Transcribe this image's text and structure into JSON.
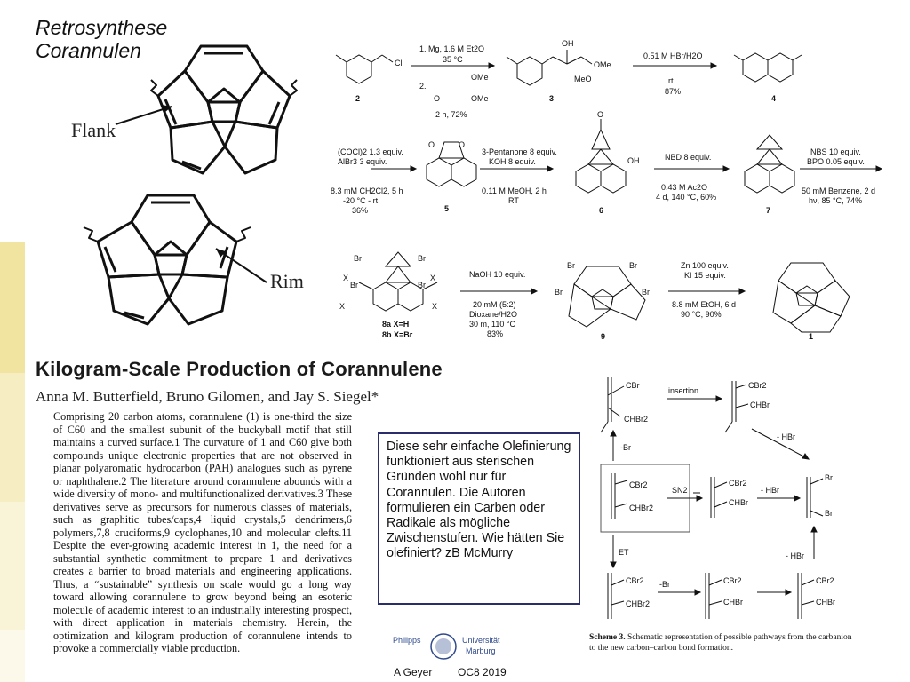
{
  "slide": {
    "title_lines": [
      "Retrosynthese",
      "Corannulen"
    ]
  },
  "structure_labels": {
    "flank": "Flank",
    "rim": "Rim"
  },
  "scheme": {
    "row1": {
      "reagent_above": "1. Mg, 1.6 M Et2O",
      "temp_above": "35 °C",
      "step2": "2.",
      "time_yield": "2 h, 72%",
      "reagent2_above": "0.51 M HBr/H2O",
      "reagent2_below": "rt",
      "yield2": "87%",
      "compounds": [
        "2",
        "3",
        "4"
      ],
      "atom_labels": {
        "cl": "Cl",
        "oh": "OH",
        "ome1": "OMe",
        "meo": "MeO",
        "ome2": "OMe",
        "o1": "O",
        "o2": "OMe",
        "ome3": "OMe"
      }
    },
    "row2": {
      "r1_above_1": "(COCl)2 1.3 equiv.",
      "r1_above_2": "AlBr3 3 equiv.",
      "r1_below_1": "8.3 mM CH2Cl2, 5 h",
      "r1_below_2": "-20 °C - rt",
      "r1_yield": "36%",
      "r2_above_1": "3-Pentanone 8 equiv.",
      "r2_above_2": "KOH 8 equiv.",
      "r2_below_1": "0.11 M MeOH, 2 h",
      "r2_below_2": "RT",
      "r3_above": "NBD 8 equiv.",
      "r3_below_1": "0.43 M Ac2O",
      "r3_below_2": "4 d, 140 °C, 60%",
      "r4_above_1": "NBS 10 equiv.",
      "r4_above_2": "BPO 0.05 equiv.",
      "r4_below_1": "50 mM Benzene, 2 d",
      "r4_below_2": "hν, 85 °C, 74%",
      "compounds": [
        "5",
        "6",
        "7"
      ],
      "atom_labels": {
        "o1": "O",
        "o2": "O",
        "o3": "O",
        "oh": "OH"
      }
    },
    "row3": {
      "r1_above": "NaOH 10 equiv.",
      "r1_below_1": "20 mM (5:2)",
      "r1_below_2": "Dioxane/H2O",
      "r1_below_3": "30 m, 110 °C",
      "r1_yield": "83%",
      "r2_above_1": "Zn 100 equiv.",
      "r2_above_2": "KI 15 equiv.",
      "r2_below_1": "8.8 mM EtOH, 6 d",
      "r2_below_2": "90 °C, 90%",
      "compound_8a": "8a X=H",
      "compound_8b": "8b X=Br",
      "compounds": [
        "9",
        "1"
      ],
      "atom_labels": {
        "br": "Br",
        "x": "X"
      }
    }
  },
  "paper": {
    "title": "Kilogram-Scale Production of Corannulene",
    "authors": "Anna M. Butterfield, Bruno Gilomen, and Jay S. Siegel*",
    "abstract": "Comprising 20 carbon atoms, corannulene (1) is one-third the size of C60 and the smallest subunit of the buckyball motif that still maintains a curved surface.1 The curvature of 1 and C60 give both compounds unique electronic properties that are not observed in planar polyaromatic hydrocarbon (PAH) analogues such as pyrene or naphthalene.2 The literature around corannulene abounds with a wide diversity of mono- and multifunctionalized derivatives.3 These derivatives serve as precursors for numerous classes of materials, such as graphitic tubes/caps,4 liquid crystals,5 dendrimers,6 polymers,7,8 cruciforms,9 cyclophanes,10 and molecular clefts.11 Despite the ever-growing academic interest in 1, the need for a substantial synthetic commitment to prepare 1 and derivatives creates a barrier to broad materials and engineering applications. Thus, a “sustainable” synthesis on scale would go a long way toward allowing corannulene to grow beyond being an esoteric molecule of academic interest to an industrially interesting prospect, with direct application in materials chemistry. Herein, the optimization and kilogram production of corannulene intends to provoke a commercially viable production."
  },
  "callout": {
    "text": "Diese sehr einfache Olefinierung funktioniert aus sterischen Gründen wohl nur für Corannulen. Die Autoren formulieren ein Carben oder Radikale als mögliche Zwischenstufen. Wie hätten Sie olefiniert? zB McMurry"
  },
  "mechanism": {
    "labels": {
      "insertion": "insertion",
      "minus_br_1": "-Br",
      "minus_hbr_1": "- HBr",
      "sn2": "SN2",
      "minus_hbr_2": "- HBr",
      "et": "ET",
      "minus_br_2": "-Br",
      "minus_hbr_3": "- HBr"
    },
    "groups": {
      "cbr_top": "CBr",
      "chbr2_top": "CHBr2",
      "cbr2_ins": "CBr2",
      "chbr_ins": "CHBr",
      "cbr2_anion": "CBr2",
      "chbr2_anion": "CHBr2",
      "cbr2_sn2": "CBr2",
      "chbr_sn2": "CHBr",
      "br_prod_1": "Br",
      "br_prod_2": "Br",
      "cbr2_et": "CBr2",
      "chbr2_et": "CHBr2",
      "cbr2_rad": "CBr2",
      "chbr_rad": "CHBr",
      "cbr2_rad2": "CBr2",
      "chbr_rad2": "CHBr"
    },
    "caption_label": "Scheme 3.",
    "caption_text": "Schematic representation of possible pathways from the carbanion to the new carbon–carbon bond formation."
  },
  "footer": {
    "university_name": "Philipps",
    "university_word": "Universität",
    "university_city": "Marburg",
    "author": "A Geyer",
    "course": "OC8 2019"
  },
  "colors": {
    "callout_border": "#2b2c6b",
    "strip_1": "#f1e4a0",
    "strip_2": "#f6edc2",
    "logo_blue": "#2f4a8c"
  }
}
